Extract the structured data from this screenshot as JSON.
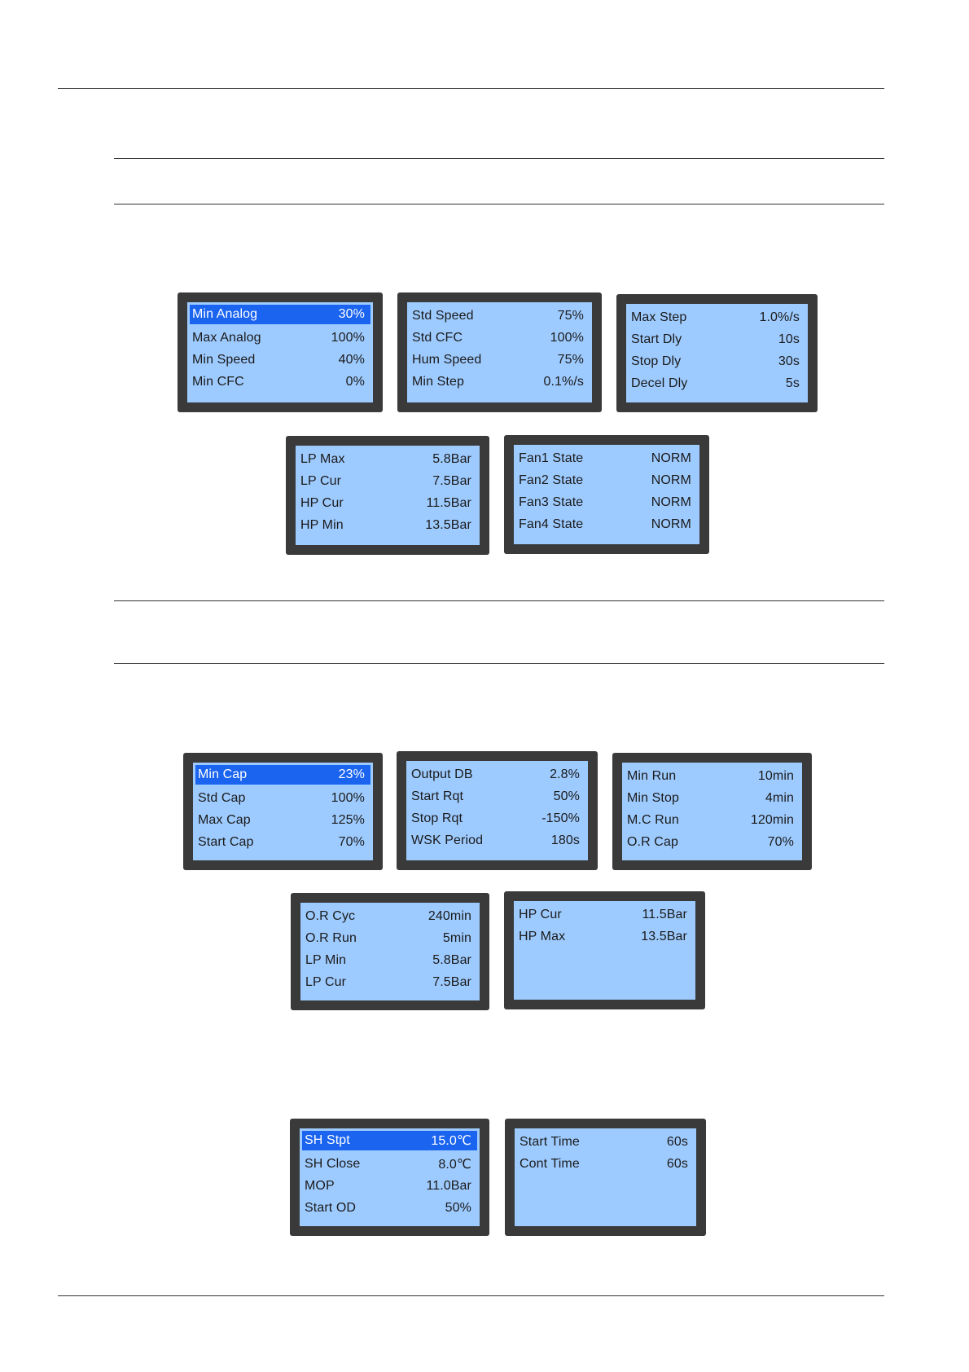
{
  "panels": [
    {
      "rows": [
        {
          "label": "Min Analog",
          "value": "30%",
          "selected": true
        },
        {
          "label": "Max Analog",
          "value": "100%"
        },
        {
          "label": "Min Speed",
          "value": "40%"
        },
        {
          "label": "Min CFC",
          "value": "0%"
        }
      ]
    },
    {
      "rows": [
        {
          "label": "Std Speed",
          "value": "75%"
        },
        {
          "label": "Std CFC",
          "value": "100%"
        },
        {
          "label": "Hum Speed",
          "value": "75%"
        },
        {
          "label": "Min Step",
          "value": "0.1%/s"
        }
      ]
    },
    {
      "rows": [
        {
          "label": "Max Step",
          "value": "1.0%/s"
        },
        {
          "label": "Start Dly",
          "value": "10s"
        },
        {
          "label": "Stop Dly",
          "value": "30s"
        },
        {
          "label": "Decel Dly",
          "value": "5s"
        }
      ]
    },
    {
      "rows": [
        {
          "label": "LP Max",
          "value": "5.8Bar"
        },
        {
          "label": "LP Cur",
          "value": "7.5Bar"
        },
        {
          "label": "HP Cur",
          "value": "11.5Bar"
        },
        {
          "label": "HP Min",
          "value": "13.5Bar"
        }
      ]
    },
    {
      "rows": [
        {
          "label": "Fan1 State",
          "value": "NORM"
        },
        {
          "label": "Fan2 State",
          "value": "NORM"
        },
        {
          "label": "Fan3 State",
          "value": "NORM"
        },
        {
          "label": "Fan4 State",
          "value": "NORM"
        }
      ]
    },
    {
      "rows": [
        {
          "label": "Min Cap",
          "value": "23%",
          "selected": true
        },
        {
          "label": "Std Cap",
          "value": "100%"
        },
        {
          "label": "Max Cap",
          "value": "125%"
        },
        {
          "label": "Start Cap",
          "value": "70%"
        }
      ]
    },
    {
      "rows": [
        {
          "label": "Output DB",
          "value": "2.8%"
        },
        {
          "label": "Start Rqt",
          "value": "50%"
        },
        {
          "label": "Stop Rqt",
          "value": "-150%"
        },
        {
          "label": "WSK Period",
          "value": "180s"
        }
      ]
    },
    {
      "rows": [
        {
          "label": "Min Run",
          "value": "10min"
        },
        {
          "label": "Min Stop",
          "value": "4min"
        },
        {
          "label": "M.C Run",
          "value": "120min"
        },
        {
          "label": "O.R Cap",
          "value": "70%"
        }
      ]
    },
    {
      "rows": [
        {
          "label": "O.R Cyc",
          "value": "240min"
        },
        {
          "label": "O.R Run",
          "value": "5min"
        },
        {
          "label": "LP Min",
          "value": "5.8Bar"
        },
        {
          "label": "LP Cur",
          "value": "7.5Bar"
        }
      ]
    },
    {
      "rows": [
        {
          "label": "HP Cur",
          "value": "11.5Bar"
        },
        {
          "label": "HP Max",
          "value": "13.5Bar"
        }
      ]
    },
    {
      "rows": [
        {
          "label": "SH Stpt",
          "value": "15.0℃",
          "selected": true
        },
        {
          "label": "SH Close",
          "value": "8.0℃"
        },
        {
          "label": "MOP",
          "value": "11.0Bar"
        },
        {
          "label": "Start OD",
          "value": "50%"
        }
      ]
    },
    {
      "rows": [
        {
          "label": "Start Time",
          "value": "60s"
        },
        {
          "label": "Cont Time",
          "value": "60s"
        }
      ]
    }
  ],
  "colors": {
    "screen": "#9ecbff",
    "frame": "#3a3a3a",
    "highlight": "#1a64f0"
  }
}
